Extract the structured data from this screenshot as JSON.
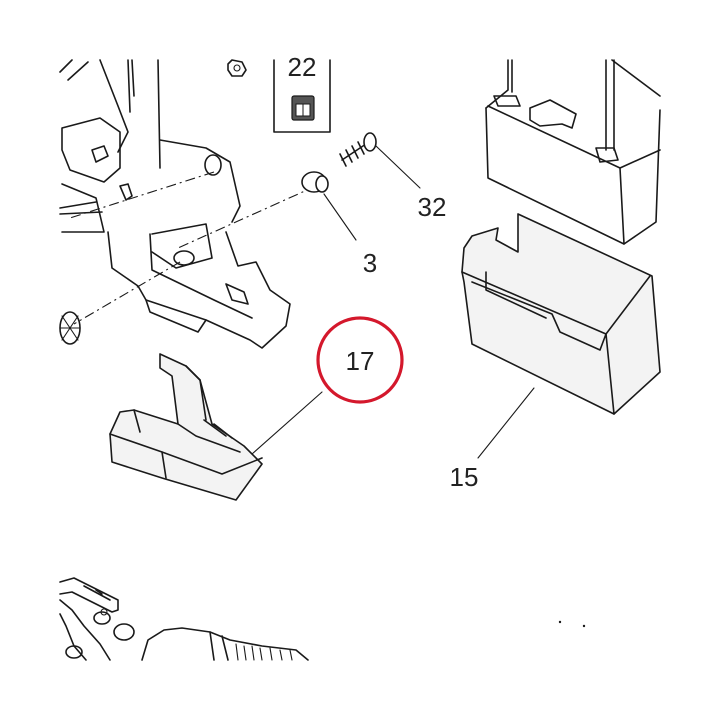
{
  "labels": {
    "part_22": "22",
    "part_32": "32",
    "part_3": "3",
    "part_17": "17",
    "part_15": "15"
  },
  "highlight": {
    "part": "17",
    "color": "#d4182c"
  }
}
